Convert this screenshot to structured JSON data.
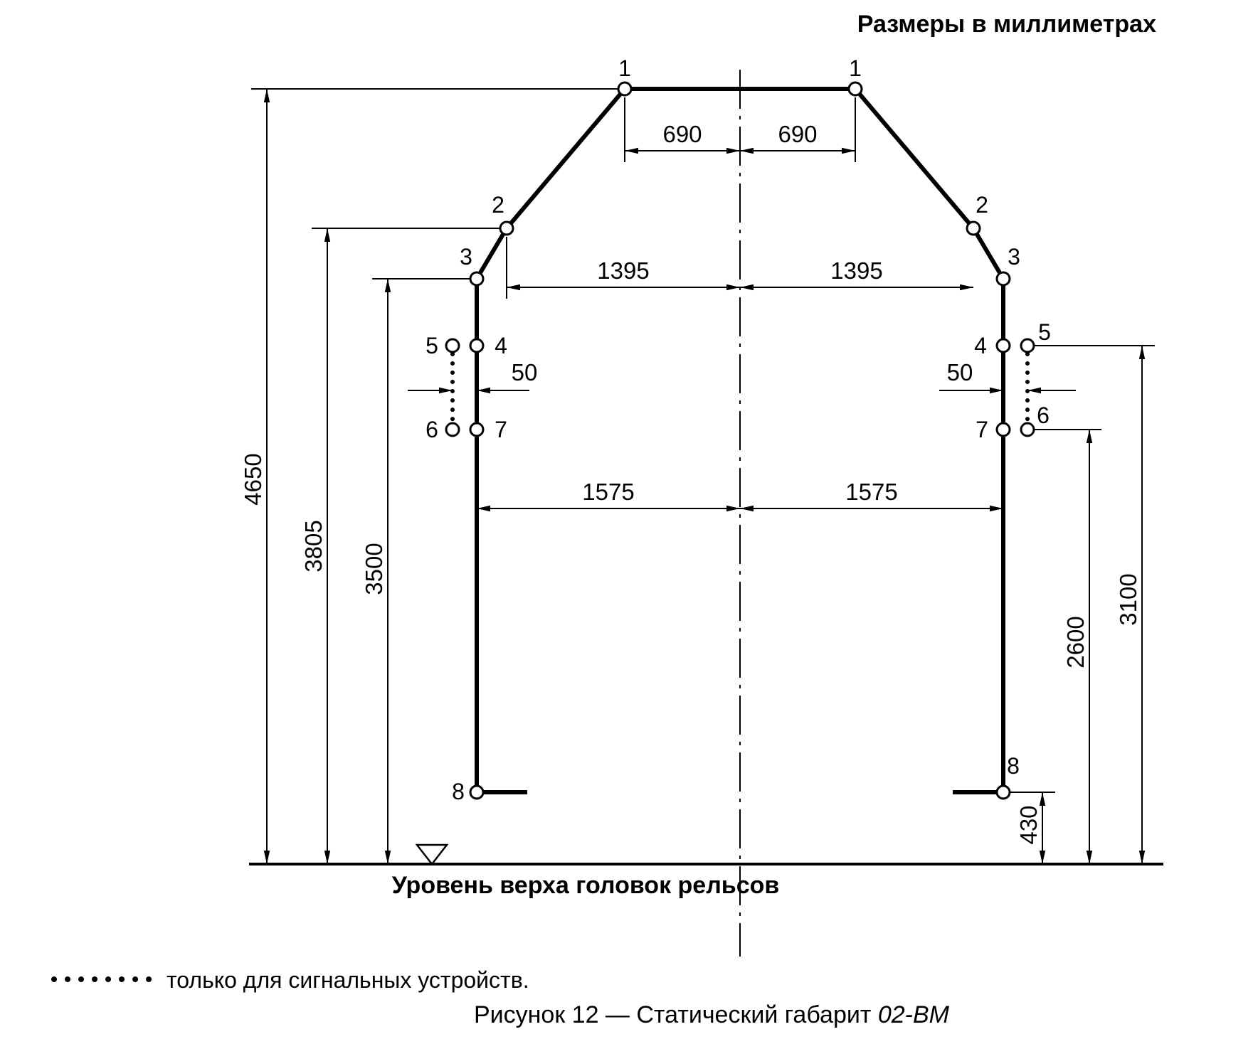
{
  "labels": {
    "units_note": "Размеры в миллиметрах",
    "rail_level": "Уровень верха головок рельсов",
    "legend_note": "только для сигнальных устройств.",
    "caption_prefix": "Рисунок 12 — Статический габарит ",
    "caption_designation": "02-ВМ"
  },
  "points": {
    "p1": "1",
    "p2": "2",
    "p3": "3",
    "p4": "4",
    "p5": "5",
    "p6": "6",
    "p7": "7",
    "p8": "8"
  },
  "dims": {
    "d690": "690",
    "d1395": "1395",
    "d50": "50",
    "d1575": "1575",
    "d4650": "4650",
    "d3805": "3805",
    "d3500": "3500",
    "d3100": "3100",
    "d2600": "2600",
    "d430": "430"
  }
}
